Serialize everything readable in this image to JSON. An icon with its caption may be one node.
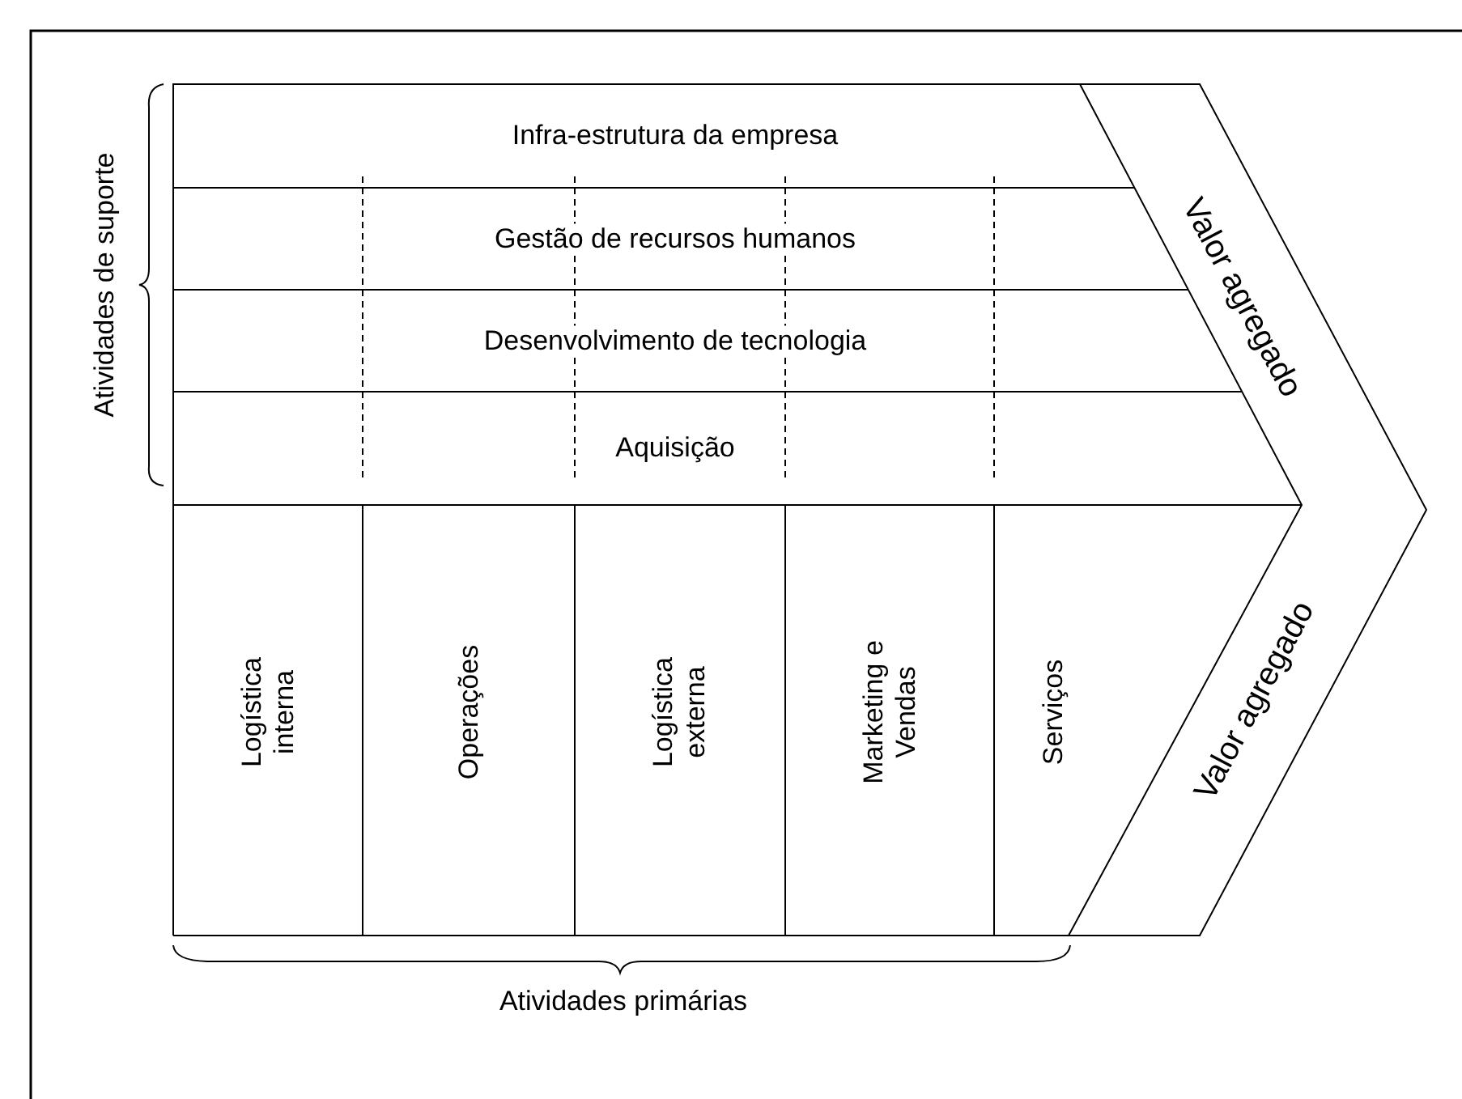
{
  "diagram": {
    "nodes": [
      {
        "text": [
          "Infra-estrutura da empresa"
        ]
      },
      {
        "text": [
          "Gestão de recursos humanos"
        ]
      },
      {
        "text": [
          "Desenvolvimento de tecnologia"
        ]
      },
      {
        "text": [
          "Aquisição"
        ]
      },
      {
        "text": [
          "Logística interna"
        ]
      },
      {
        "text": [
          "Operações"
        ]
      },
      {
        "text": [
          "Logística externa"
        ]
      },
      {
        "text": [
          "Marketing e Vendas"
        ]
      },
      {
        "text": [
          "Serviços"
        ]
      },
      {
        "text": [
          "Valor agregado"
        ]
      },
      {
        "text": [
          "Valor agregado"
        ]
      }
    ],
    "labels": [
      "Atividades de suporte",
      "Atividades primárias"
    ]
  }
}
